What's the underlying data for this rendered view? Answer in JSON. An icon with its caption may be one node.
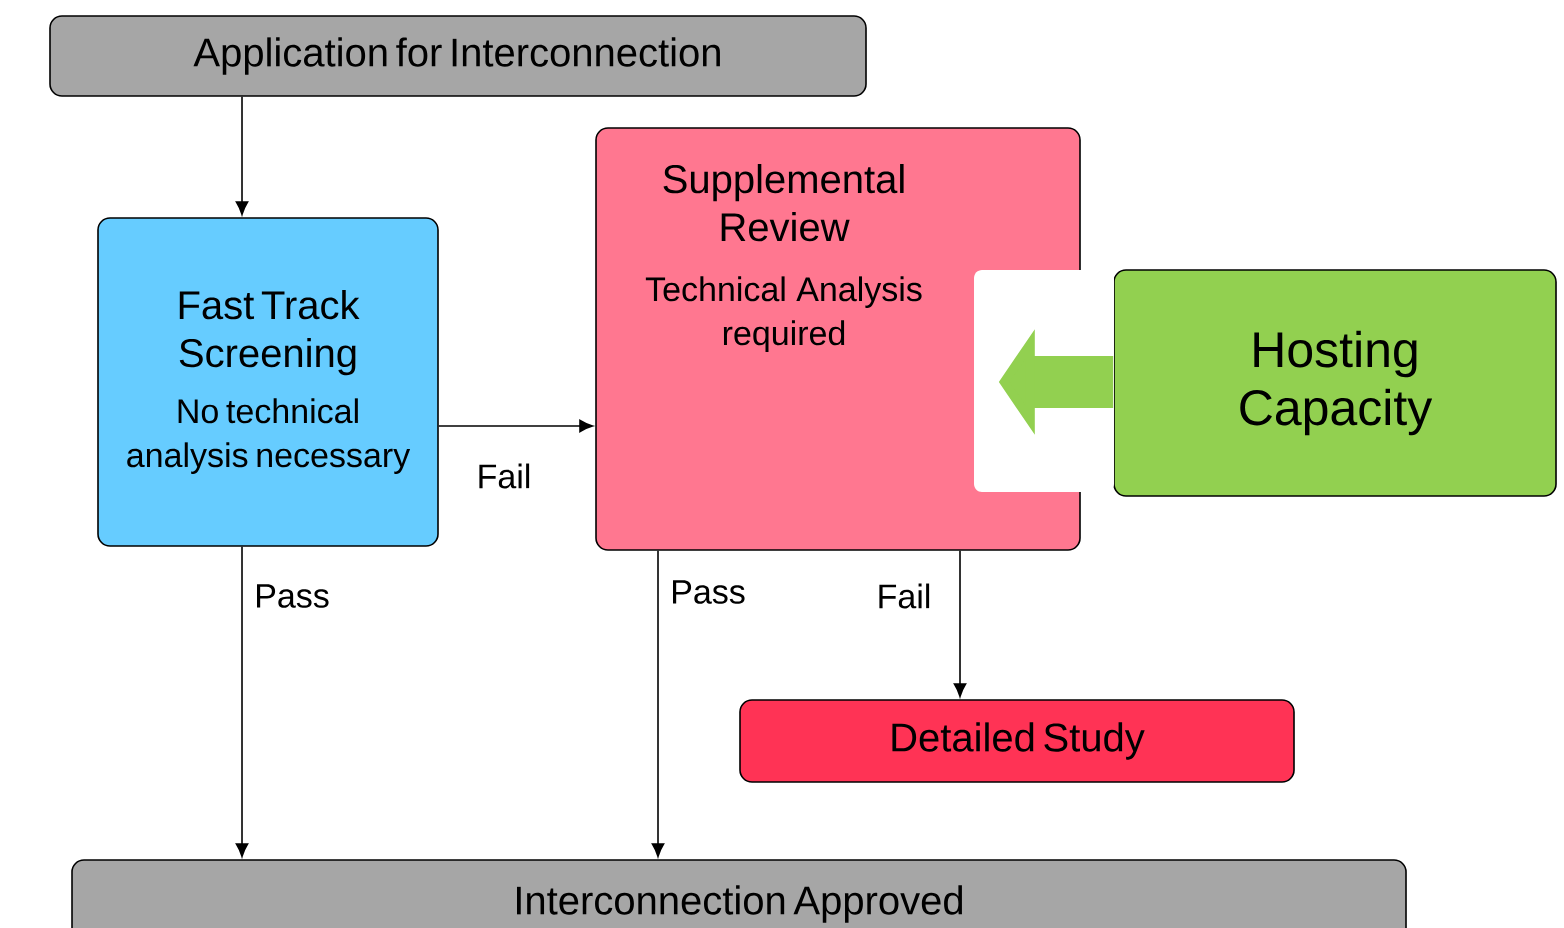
{
  "diagram": {
    "nodes": [
      {
        "text": [
          "Application for Interconnection"
        ]
      },
      {
        "text": [
          "Fast Track Screening",
          "No technical analysis necessary"
        ]
      },
      {
        "text": [
          "Supplemental Review",
          "Technical Analysis required"
        ]
      },
      {
        "text": [
          "Hosting Capacity"
        ]
      },
      {
        "text": [
          "Detailed Study"
        ]
      },
      {
        "text": [
          "Interconnection Approved"
        ]
      }
    ],
    "edges": [
      {
        "from": 0,
        "to": 1,
        "arrow": "to"
      },
      {
        "from": 1,
        "to": 2,
        "arrow": "to",
        "label": "Fail"
      },
      {
        "from": 1,
        "to": 5,
        "arrow": "to",
        "label": "Pass"
      },
      {
        "from": 2,
        "to": 5,
        "arrow": "to",
        "label": "Pass"
      },
      {
        "from": 2,
        "to": 4,
        "arrow": "to",
        "label": "Fail"
      },
      {
        "from": 3,
        "to": 2,
        "arrow": "to",
        "style": "thick",
        "color": "#92d050"
      }
    ]
  }
}
